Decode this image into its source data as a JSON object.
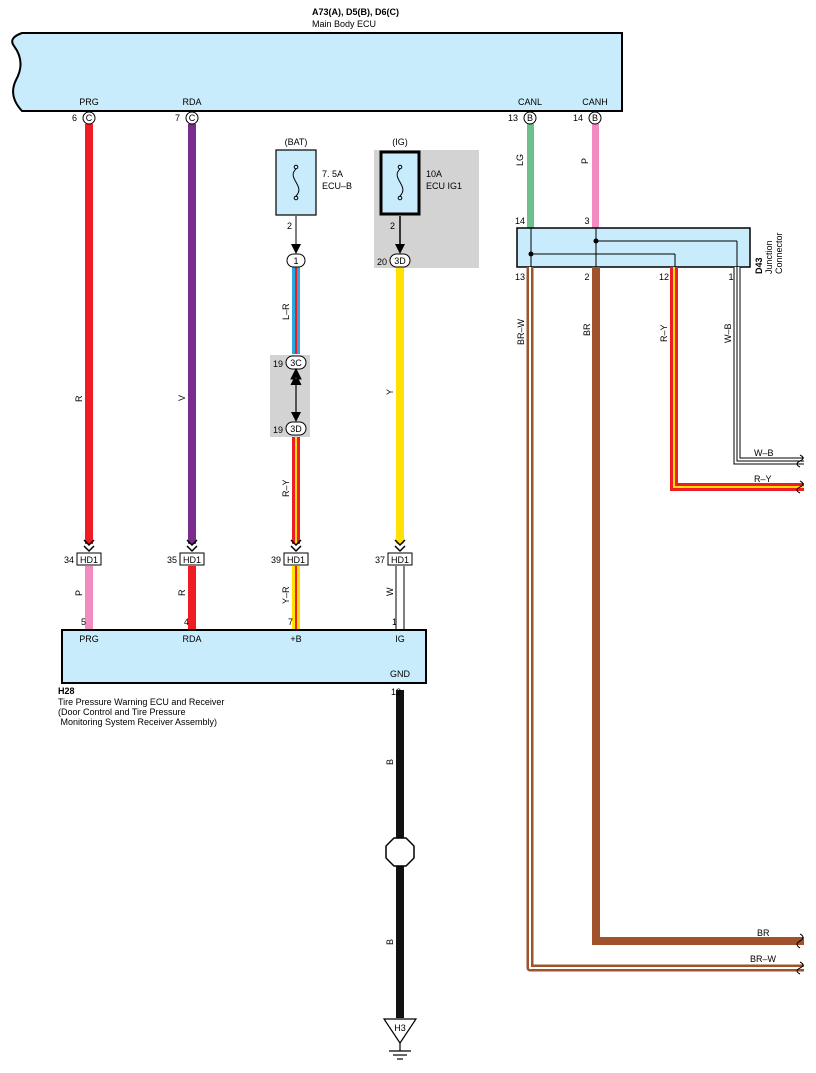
{
  "main_ecu": {
    "connectors": "A73(A), D5(B), D6(C)",
    "name": "Main Body ECU",
    "terms": [
      {
        "name": "PRG",
        "pin": "6",
        "conn": "C"
      },
      {
        "name": "RDA",
        "pin": "7",
        "conn": "C"
      },
      {
        "name": "CANL",
        "pin": "13",
        "conn": "B"
      },
      {
        "name": "CANH",
        "pin": "14",
        "conn": "B"
      }
    ]
  },
  "fuse_bat": {
    "source": "(BAT)",
    "rating": "7. 5A",
    "name": "ECU–B",
    "pin": "2"
  },
  "fuse_ig": {
    "source": "(IG)",
    "rating": "10A",
    "name": "ECU IG1",
    "pin": "2"
  },
  "connectors": {
    "c1_label": "1",
    "c3d_top": {
      "pin": "20",
      "label": "3D"
    },
    "c3c": {
      "pin": "19",
      "label": "3C"
    },
    "c3d_mid": {
      "pin": "19",
      "label": "3D"
    },
    "hd1": [
      {
        "pin": "34",
        "label": "HD1"
      },
      {
        "pin": "35",
        "label": "HD1"
      },
      {
        "pin": "39",
        "label": "HD1"
      },
      {
        "pin": "37",
        "label": "HD1"
      }
    ]
  },
  "wires": {
    "prg_upper": "R",
    "rda_upper": "V",
    "bat_upper": "L–R",
    "bat_mid": "R–Y",
    "ig_upper": "Y",
    "canl": "LG",
    "canh": "P",
    "prg_lower": "P",
    "rda_lower": "R",
    "bat_lower": "Y–R",
    "ig_lower": "W",
    "gnd_upper": "B",
    "gnd_lower": "B",
    "j13": "BR–W",
    "j2": "BR",
    "j12": "R–Y",
    "j1": "W–B",
    "out_wb": "W–B",
    "out_ry": "R–Y",
    "out_br": "BR",
    "out_brw": "BR–W"
  },
  "junction": {
    "id": "D43",
    "name1": "Junction",
    "name2": "Connector",
    "top_pins": [
      "14",
      "3"
    ],
    "bottom_pins": [
      "13",
      "2",
      "12",
      "1"
    ]
  },
  "tpms_ecu": {
    "id": "H28",
    "line1": "Tire Pressure Warning ECU and Receiver",
    "line2": "(Door Control and Tire Pressure",
    "line3": " Monitoring System Receiver Assembly)",
    "terms": [
      {
        "name": "PRG",
        "pin": "5"
      },
      {
        "name": "RDA",
        "pin": "4"
      },
      {
        "name": "+B",
        "pin": "7"
      },
      {
        "name": "IG",
        "pin": "1"
      }
    ],
    "gnd": {
      "name": "GND",
      "pin": "12"
    }
  },
  "ground": {
    "label": "H3"
  },
  "colors": {
    "ecu_fill": "#c8ecfb",
    "red": "#ef1c24",
    "violet": "#7b2a8e",
    "blue": "#29a8e0",
    "yellow": "#ffe000",
    "green": "#6cc08e",
    "pink": "#f28cc0",
    "brown": "#a0522d",
    "black": "#111111",
    "gray_box": "#d3d3d3"
  }
}
